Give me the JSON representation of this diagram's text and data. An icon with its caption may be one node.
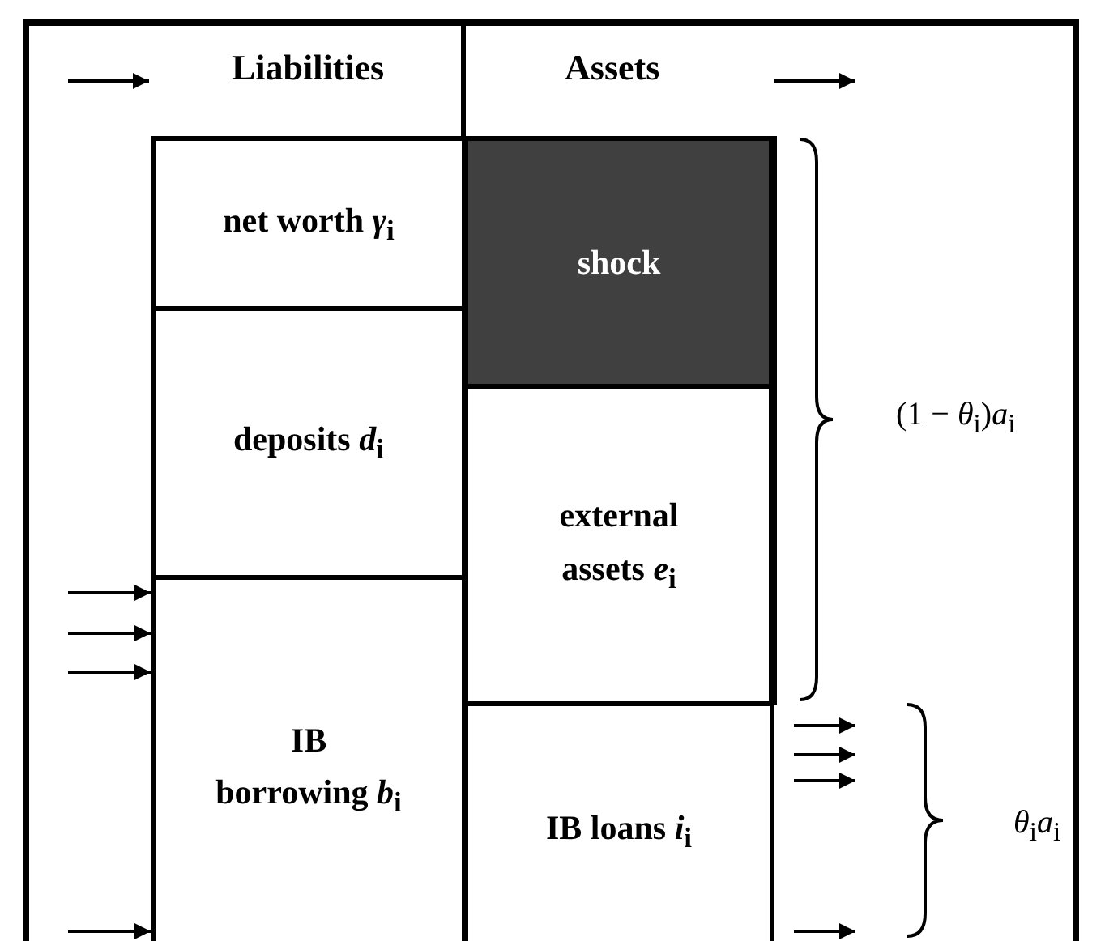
{
  "diagram": {
    "nodes": [
      {
        "text": [
          "net worth *γ*$_{i}$"
        ]
      },
      {
        "text": [
          "shock"
        ]
      },
      {
        "text": [
          "deposits *d*$_{i}$"
        ]
      },
      {
        "text": [
          "external assets *e*$_{i}$"
        ]
      },
      {
        "text": [
          "IB borrowing *b*$_{i}$"
        ]
      },
      {
        "text": [
          "IB loans *i*$_{i}$"
        ]
      }
    ],
    "edges": [
      {
        "from": null,
        "to": 4,
        "arrow": "to"
      },
      {
        "from": null,
        "to": 4,
        "arrow": "to"
      },
      {
        "from": null,
        "to": 4,
        "arrow": "to"
      },
      {
        "from": null,
        "to": 4,
        "arrow": "to"
      },
      {
        "from": 5,
        "to": null,
        "arrow": "to"
      },
      {
        "from": 5,
        "to": null,
        "arrow": "to"
      },
      {
        "from": 5,
        "to": null,
        "arrow": "to"
      },
      {
        "from": 5,
        "to": null,
        "arrow": "to"
      }
    ],
    "labels": [
      "Liabilities",
      "Assets",
      "(1 − *θ*$_{i}$)*a*$_{i}$",
      "*θ*$_{i}$*a*$_{i}$"
    ]
  }
}
